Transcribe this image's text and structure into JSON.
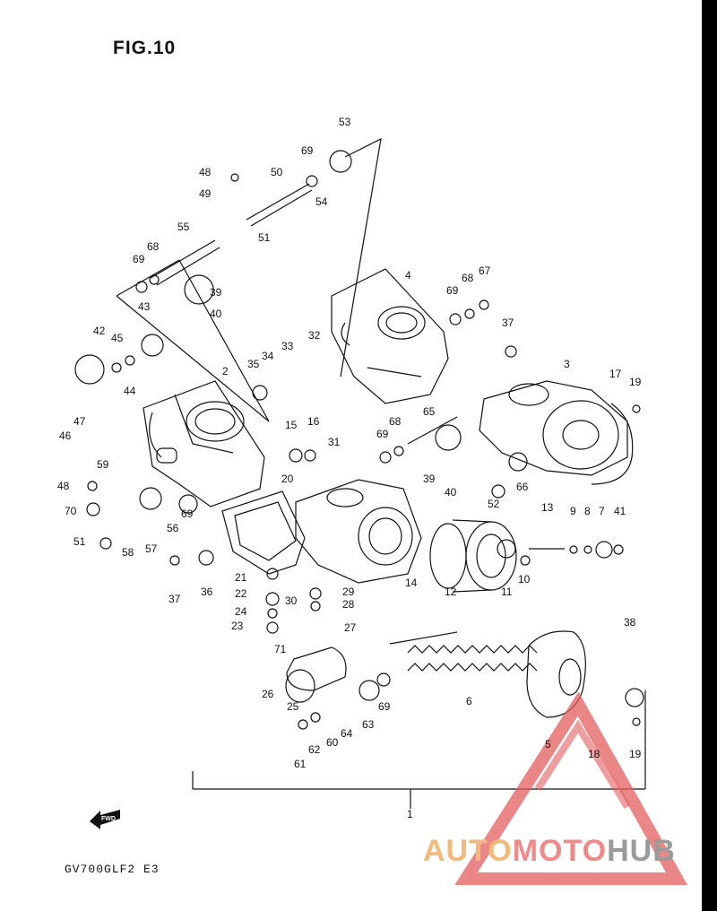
{
  "figure": {
    "title": "FIG.10",
    "model_code": "GV700GLF2  E3",
    "fwd_label": "FWD"
  },
  "watermark": {
    "part1": "AUTO",
    "part2": "MOTO",
    "part3": "HUB",
    "colors": {
      "auto": "#f2b97a",
      "moto": "#f08a8a",
      "hub": "#9a9a9a",
      "triangle": "#e35d5d"
    }
  },
  "callouts": [
    "53",
    "48",
    "50",
    "69",
    "49",
    "54",
    "51",
    "55",
    "68",
    "69",
    "39",
    "40",
    "43",
    "42",
    "45",
    "44",
    "47",
    "46",
    "2",
    "35",
    "34",
    "33",
    "32",
    "4",
    "69",
    "68",
    "67",
    "37",
    "3",
    "17",
    "19",
    "15",
    "16",
    "31",
    "65",
    "69",
    "68",
    "39",
    "40",
    "59",
    "48",
    "70",
    "51",
    "58",
    "57",
    "56",
    "69",
    "20",
    "21",
    "22",
    "24",
    "23",
    "30",
    "29",
    "28",
    "27",
    "71",
    "36",
    "37",
    "52",
    "66",
    "13",
    "9",
    "8",
    "7",
    "41",
    "12",
    "11",
    "10",
    "14",
    "38",
    "26",
    "25",
    "6",
    "69",
    "63",
    "64",
    "60",
    "62",
    "61",
    "5",
    "18",
    "19",
    "1"
  ]
}
